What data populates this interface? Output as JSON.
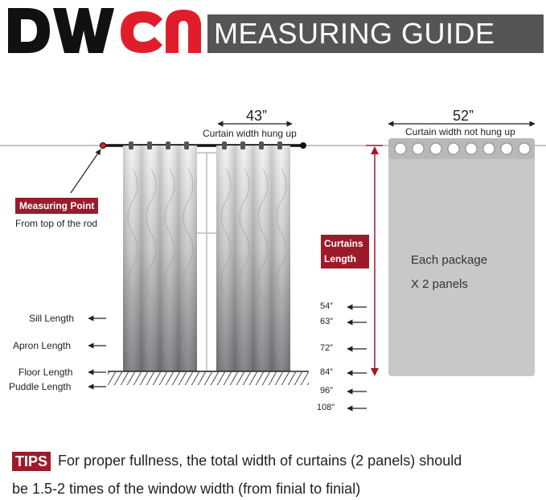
{
  "brand": {
    "logo_text": "DWCN",
    "colors": {
      "dark": "#111111",
      "red": "#e01e2b"
    }
  },
  "header": {
    "title": "MEASURING GUIDE",
    "bar_color": "#555555"
  },
  "hung_width": {
    "value": "43”",
    "caption": "Curtain width  hung up"
  },
  "unhung_width": {
    "value": "52”",
    "caption": "Curtain width not hung up"
  },
  "measuring_point": {
    "label": "Measuring Point",
    "subtext": "From top of the rod"
  },
  "curtains_length": {
    "label_line1": "Curtains",
    "label_line2": "Length"
  },
  "length_types": [
    "Sill Length",
    "Apron Length",
    "Floor Length",
    "Puddle Length"
  ],
  "lengths": [
    "54”",
    "63”",
    "72”",
    "84”",
    "96”",
    "108”"
  ],
  "panel_info": {
    "line1": "Each package",
    "line2": "X 2 panels"
  },
  "tips": {
    "badge": "TIPS",
    "line1": "For proper fullness, the total width of curtains (2 panels) should",
    "line2": "be 1.5-2 times of the window width (from finial to finial)"
  },
  "accent_color": "#9b1b2a",
  "icons": [
    "arrow-left-icon",
    "grommet-icon",
    "rod-finial-icon"
  ]
}
